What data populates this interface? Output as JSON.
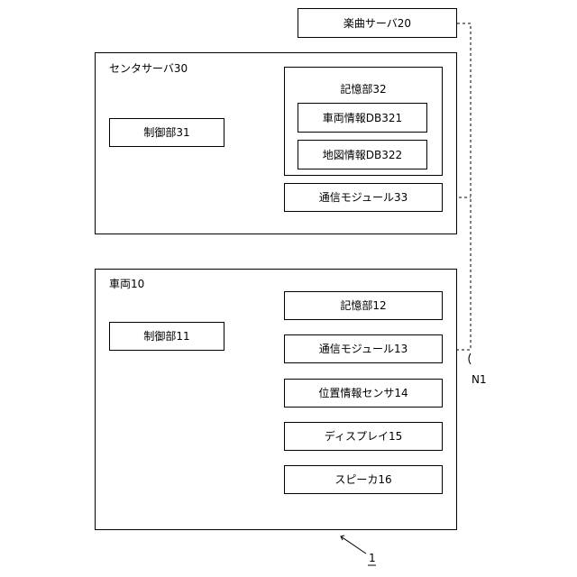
{
  "music_server": {
    "label": "楽曲サーバ20"
  },
  "center_server": {
    "title": "センタサーバ30",
    "control": "制御部31",
    "storage": {
      "title": "記憶部32",
      "db1": "車両情報DB321",
      "db2": "地図情報DB322"
    },
    "comm": "通信モジュール33"
  },
  "vehicle": {
    "title": "車両10",
    "control": "制御部11",
    "storage": "記憶部12",
    "comm": "通信モジュール13",
    "position_sensor": "位置情報センサ14",
    "display": "ディスプレイ15",
    "speaker": "スピーカ16"
  },
  "network": {
    "label": "N1"
  },
  "system": {
    "label": "1"
  }
}
